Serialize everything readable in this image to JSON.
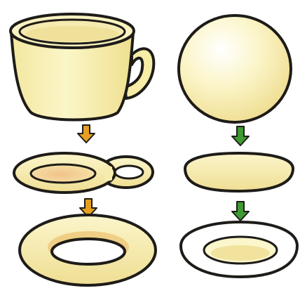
{
  "figure": {
    "subject": "topology-sketch",
    "columns": [
      {
        "name": "left-column",
        "stages": [
          "cup-icon",
          "flattened-cup-icon",
          "torus-icon"
        ],
        "arrow_color": "#e6a020"
      },
      {
        "name": "right-column",
        "stages": [
          "sphere-icon",
          "flattened-sphere-icon",
          "plate-icon"
        ],
        "arrow_color": "#3f9a32"
      }
    ],
    "fill_color": "#f8f1b0",
    "shade_color": "#eed98a",
    "outline_color": "#1e1c18"
  }
}
